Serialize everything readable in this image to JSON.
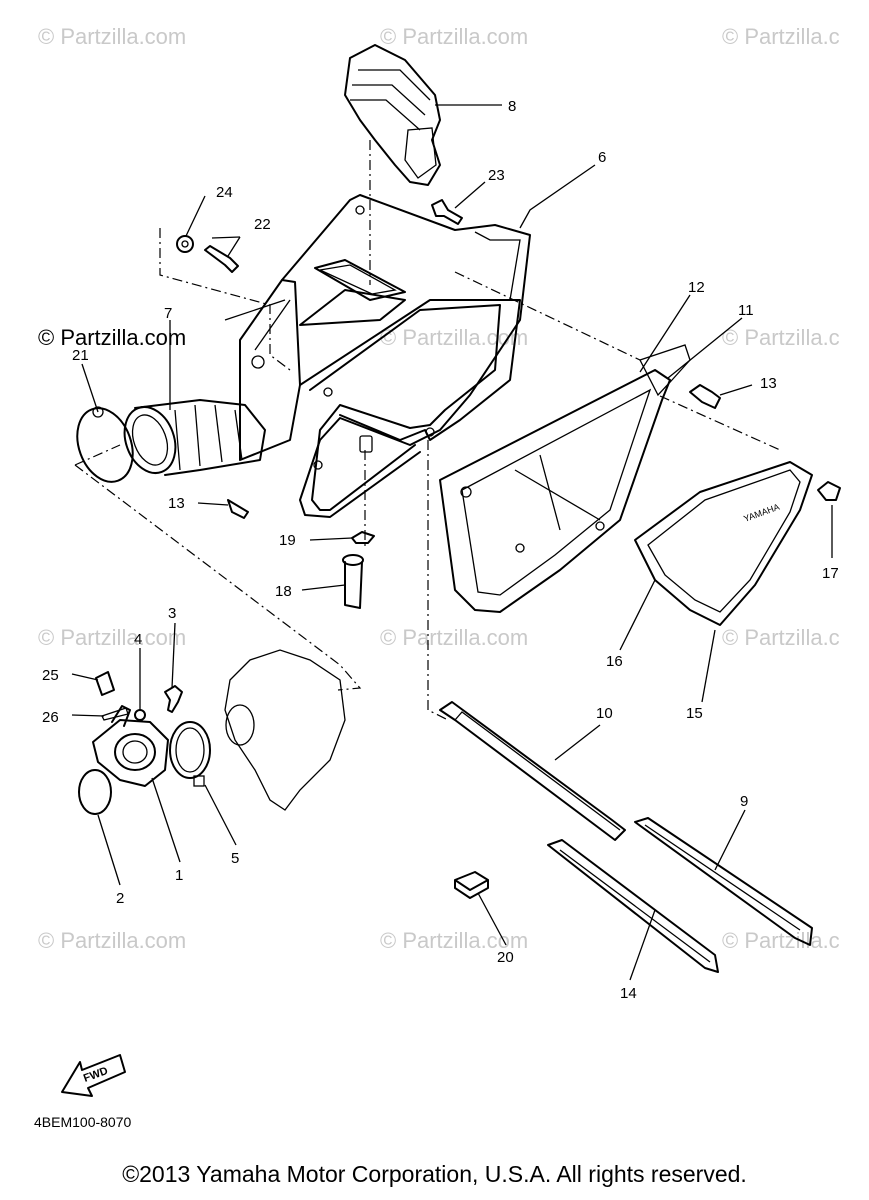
{
  "watermark": "© Partzilla.com",
  "watermark_cut": "© Partzilla.c",
  "diagram_code": "4BEM100-8070",
  "fwd_label": "FWD",
  "brand_label": "YAMAHA",
  "copyright": "©2013 Yamaha Motor Corporation, U.S.A. All rights reserved.",
  "callouts": {
    "c1": "1",
    "c2": "2",
    "c3": "3",
    "c4": "4",
    "c5": "5",
    "c6": "6",
    "c7": "7",
    "c8": "8",
    "c9": "9",
    "c10": "10",
    "c11": "11",
    "c12": "12",
    "c13a": "13",
    "c13b": "13",
    "c14": "14",
    "c15": "15",
    "c16": "16",
    "c17": "17",
    "c18": "18",
    "c19": "19",
    "c20": "20",
    "c21": "21",
    "c22": "22",
    "c23": "23",
    "c24": "24",
    "c25": "25",
    "c26": "26"
  }
}
